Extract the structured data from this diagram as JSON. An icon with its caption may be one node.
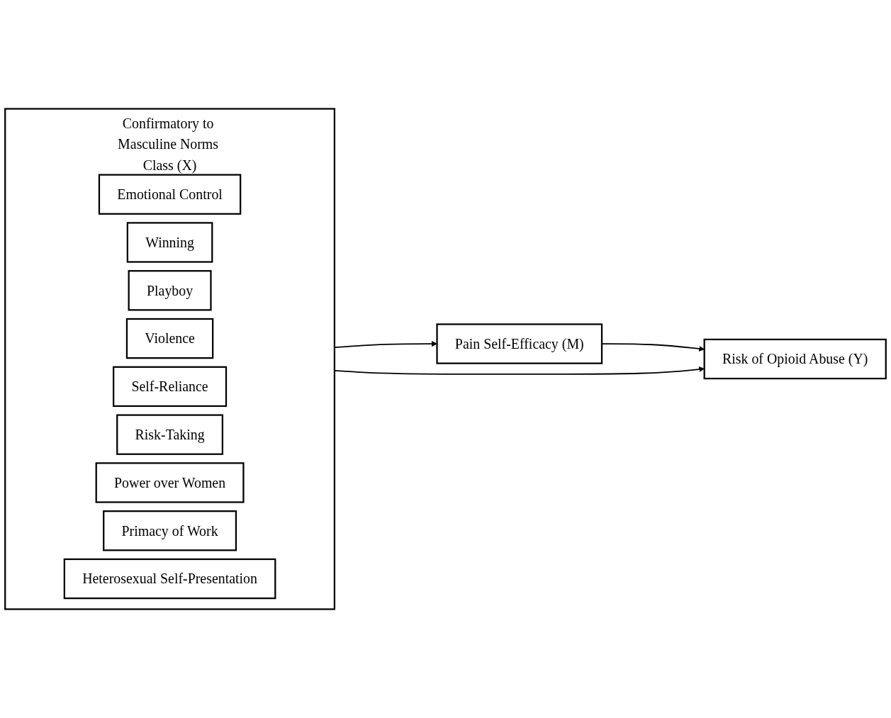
{
  "diagram": {
    "nodes": [
      {
        "text": [
          "Confirmatory to Masculine Norms Class (X)"
        ]
      },
      {
        "text": [
          "Emotional Control"
        ],
        "in": 0
      },
      {
        "text": [
          "Winning"
        ],
        "in": 0
      },
      {
        "text": [
          "Playboy"
        ],
        "in": 0
      },
      {
        "text": [
          "Violence"
        ],
        "in": 0
      },
      {
        "text": [
          "Self-Reliance"
        ],
        "in": 0
      },
      {
        "text": [
          "Risk-Taking"
        ],
        "in": 0
      },
      {
        "text": [
          "Power over Women"
        ],
        "in": 0
      },
      {
        "text": [
          "Primacy of Work"
        ],
        "in": 0
      },
      {
        "text": [
          "Heterosexual Self-Presentation"
        ],
        "in": 0
      },
      {
        "text": [
          "Pain Self-Efficacy (M)"
        ]
      },
      {
        "text": [
          "Risk of Opioid Abuse (Y)"
        ]
      }
    ],
    "edges": [
      {
        "from": 0,
        "to": 10,
        "arrow": "to"
      },
      {
        "from": 10,
        "to": 11,
        "arrow": "to"
      },
      {
        "from": 0,
        "to": 11,
        "arrow": "to"
      }
    ]
  }
}
